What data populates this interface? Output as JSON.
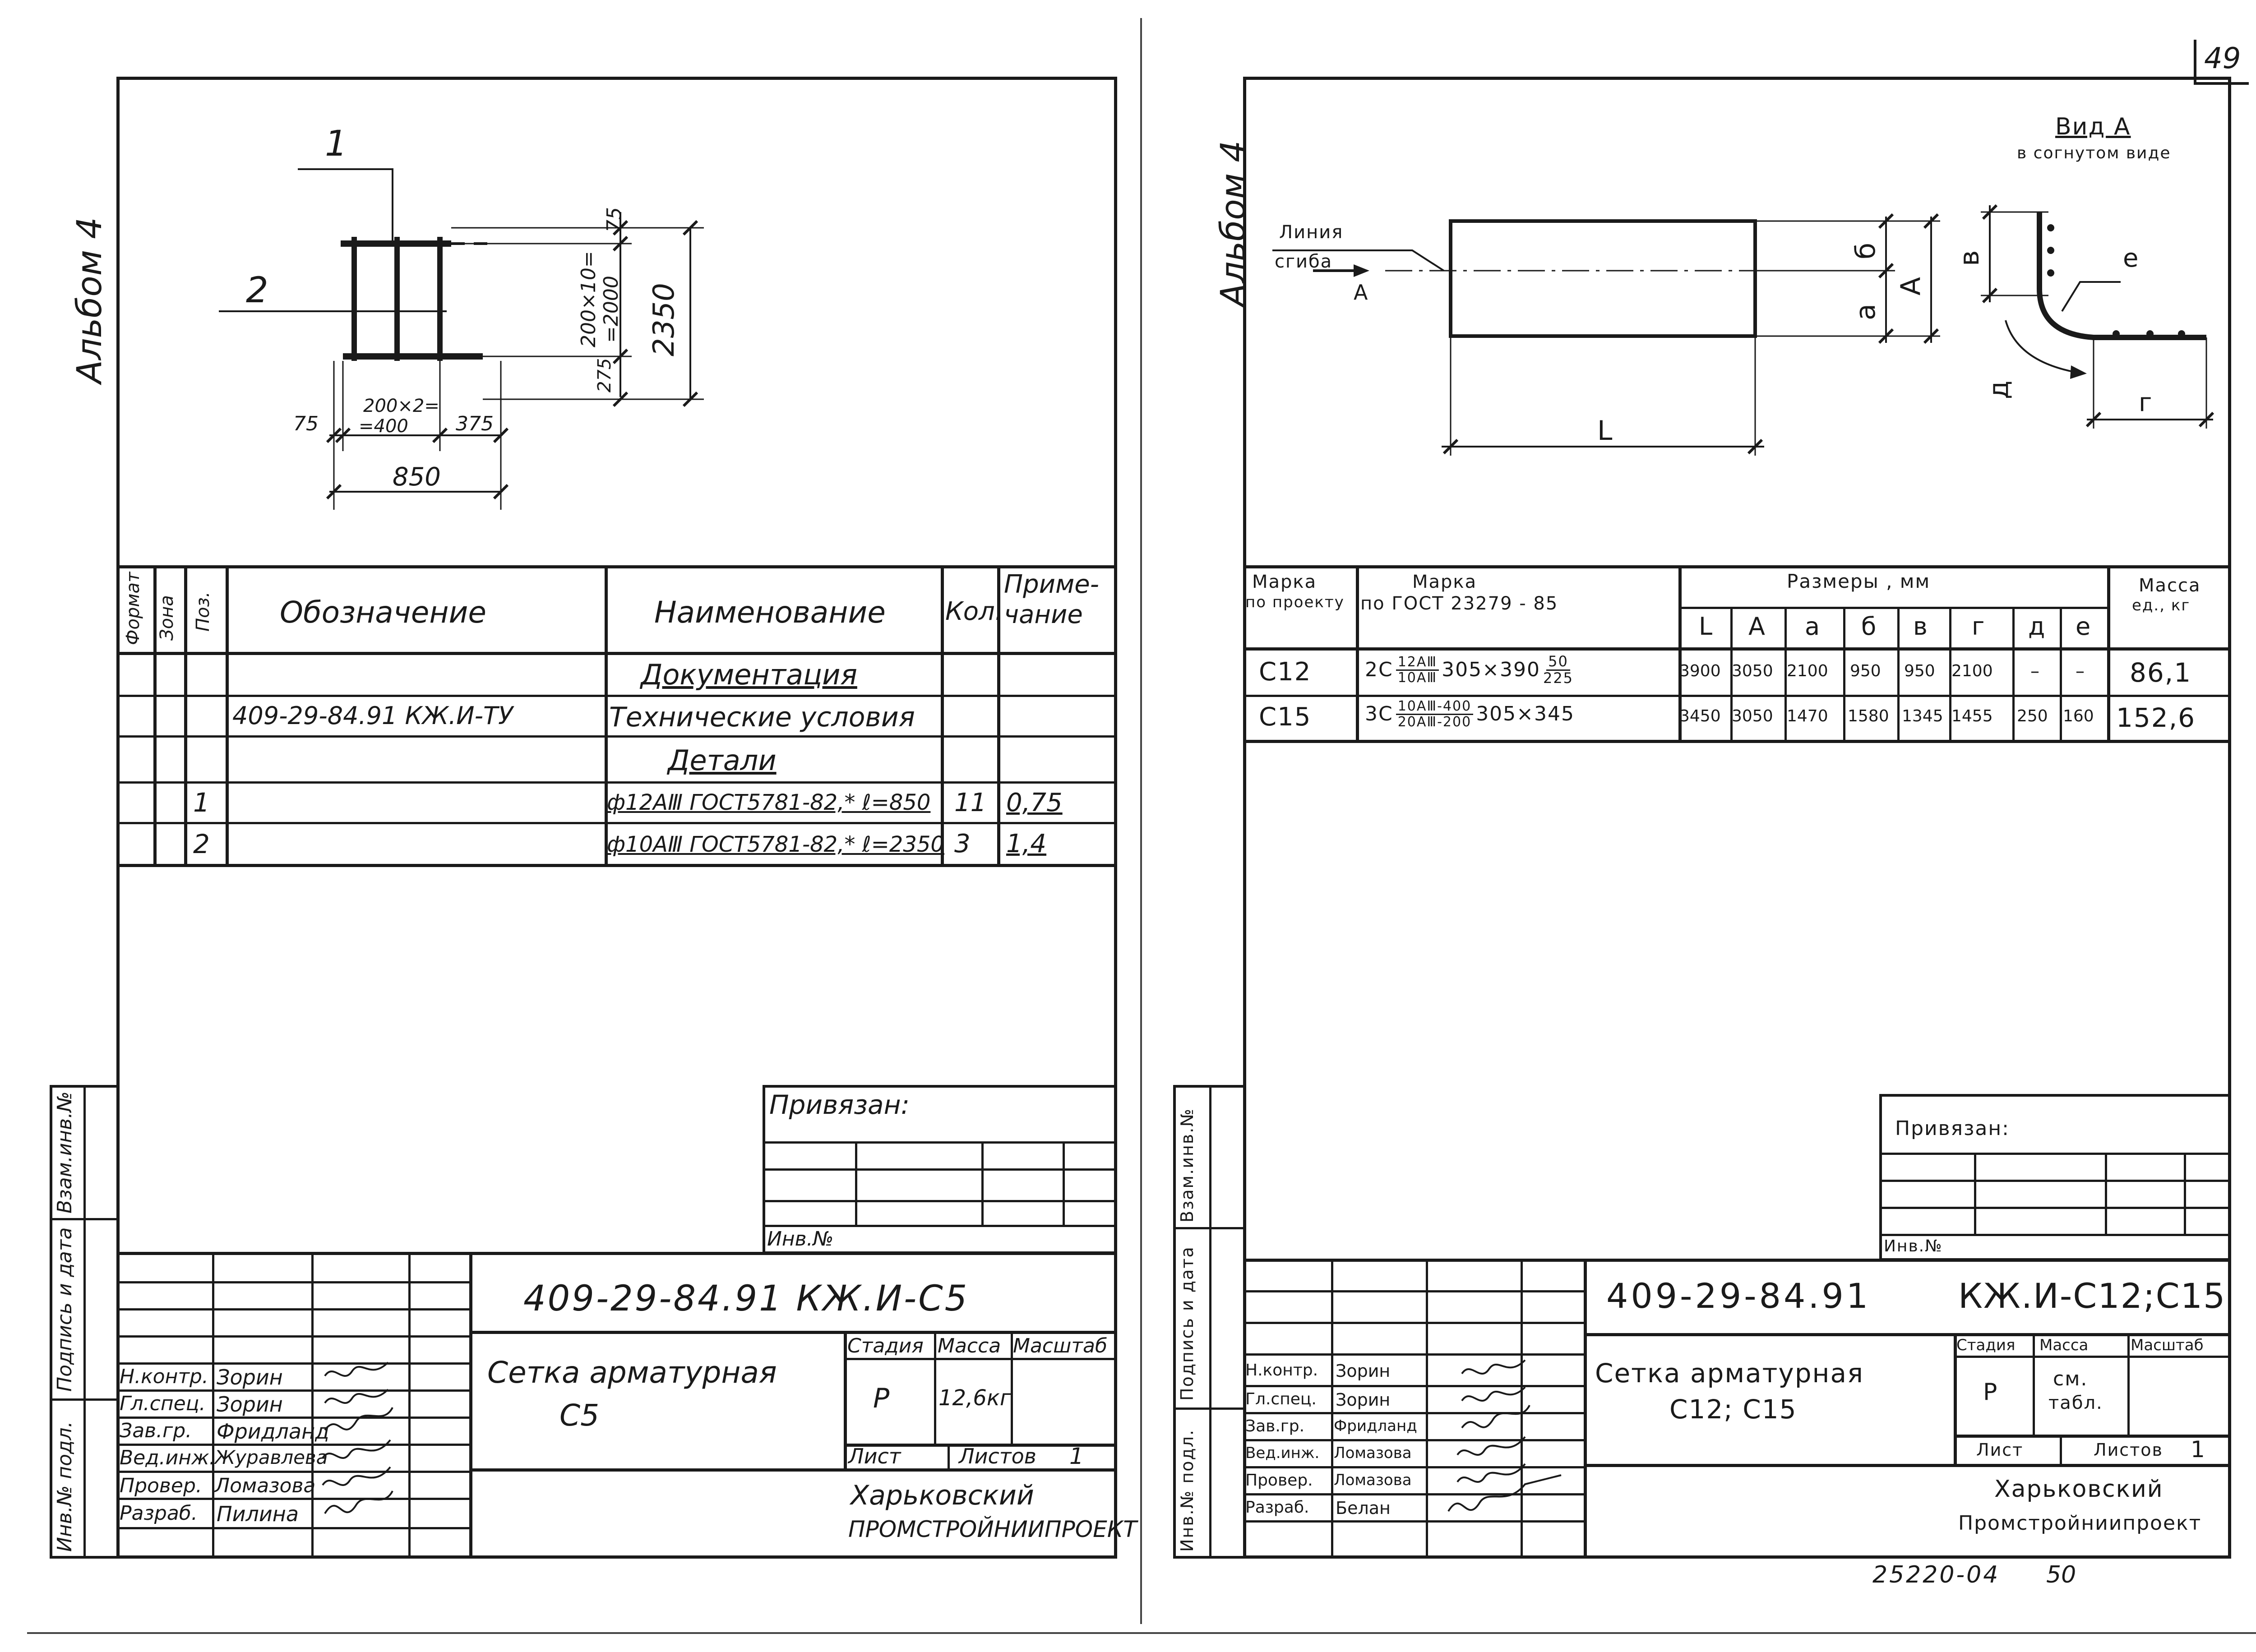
{
  "page_number": "49",
  "footer": {
    "code": "25220-04",
    "page": "50"
  },
  "left_sheet": {
    "album": "Альбом 4",
    "drawing": {
      "pos_labels": [
        "1",
        "2"
      ],
      "dims": {
        "top_step": "75",
        "vertical_pitch": "200×10=",
        "vertical_pitch2": "=2000",
        "bottom_step": "275",
        "height": "2350",
        "left_end": "75",
        "horizontal_pitch": "200×2=",
        "horizontal_pitch2": "=400",
        "right_end": "375",
        "width": "850"
      }
    },
    "spec_headers": {
      "format": "Формат",
      "zone": "Зона",
      "pos": "Поз.",
      "designation": "Обозначение",
      "name": "Наименование",
      "qty": "Кол.",
      "note1": "Приме-",
      "note2": "чание"
    },
    "spec_rows": [
      {
        "pos": "",
        "designation": "",
        "name": "Документация",
        "qty": "",
        "note": ""
      },
      {
        "pos": "",
        "designation": "409-29-84.91 КЖ.И-ТУ",
        "name": "Технические условия",
        "qty": "",
        "note": ""
      },
      {
        "pos": "",
        "designation": "",
        "name": "Детали",
        "qty": "",
        "note": ""
      },
      {
        "pos": "1",
        "designation": "",
        "name": "ф12АⅢ ГОСТ5781-82,* ℓ=850",
        "qty": "11",
        "note": "0,75"
      },
      {
        "pos": "2",
        "designation": "",
        "name": "ф10АⅢ ГОСТ5781-82,* ℓ=2350",
        "qty": "3",
        "note": "1,4"
      }
    ],
    "side_stamp": [
      "Инв.№ подл.",
      "Подпись и дата",
      "Взам.инв.№"
    ],
    "privyazan": "Привязан:",
    "inv_no": "Инв.№",
    "title_block": {
      "code": "409-29-84.91 КЖ.И-С5",
      "roles": [
        "Н.контр.",
        "Гл.спец.",
        "Зав.гр.",
        "Вед.инж.",
        "Провер.",
        "Разраб."
      ],
      "names": [
        "Зорин",
        "Зорин",
        "Фридланд",
        "Журавлева",
        "Ломазова",
        "Пилина"
      ],
      "title1": "Сетка арматурная",
      "title2": "С5",
      "stage_label": "Стадия",
      "mass_label": "Масса",
      "scale_label": "Масштаб",
      "stage": "Р",
      "mass": "12,6кг",
      "sheet_label": "Лист",
      "sheets_label": "Листов",
      "sheets": "1",
      "org1": "Харьковский",
      "org2": "ПРОМСТРОЙНИИПРОЕКТ"
    }
  },
  "right_sheet": {
    "album": "Альбом 4",
    "drawing": {
      "bend_line1": "Линия",
      "bend_line2": "сгиба",
      "arrow_label": "А",
      "view_title": "Вид А",
      "view_sub": "в согнутом виде",
      "dim_L": "L",
      "dim_A": "А",
      "dim_a": "а",
      "dim_b": "б",
      "dim_v": "в",
      "dim_g": "г",
      "dim_d": "д",
      "dim_e": "е"
    },
    "table_headers": {
      "mark_project1": "Марка",
      "mark_project2": "по проекту",
      "mark_gost1": "Марка",
      "mark_gost2": "по ГОСТ 23279 - 85",
      "sizes": "Размеры , мм",
      "mass1": "Масса",
      "mass2": "ед., кг",
      "cols": [
        "L",
        "А",
        "а",
        "б",
        "в",
        "г",
        "д",
        "е"
      ]
    },
    "table_rows": [
      {
        "mark": "С12",
        "gost_prefix": "2С",
        "num": "12АⅢ",
        "den": "10АⅢ",
        "size": "305×390",
        "snum": "50",
        "sden": "225",
        "vals": [
          "3900",
          "3050",
          "2100",
          "950",
          "950",
          "2100",
          "–",
          "–"
        ],
        "mass": "86,1"
      },
      {
        "mark": "С15",
        "gost_prefix": "3С",
        "num": "10АⅢ-400",
        "den": "20АⅢ-200",
        "size": "305×345",
        "snum": "",
        "sden": "",
        "vals": [
          "3450",
          "3050",
          "1470",
          "1580",
          "1345",
          "1455",
          "250",
          "160"
        ],
        "mass": "152,6"
      }
    ],
    "side_stamp": [
      "Инв.№ подл.",
      "Подпись и дата",
      "Взам.инв.№"
    ],
    "privyazan": "Привязан:",
    "inv_no": "Инв.№",
    "title_block": {
      "code1": "409-29-84.91",
      "code2": "КЖ.И-С12;С15",
      "roles": [
        "Н.контр.",
        "Гл.спец.",
        "Зав.гр.",
        "Вед.инж.",
        "Провер.",
        "Разраб."
      ],
      "names": [
        "Зорин",
        "Зорин",
        "Фридланд",
        "Ломазова",
        "Ломазова",
        "Белан"
      ],
      "title1": "Сетка арматурная",
      "title2": "С12; С15",
      "stage_label": "Стадия",
      "mass_label": "Масса",
      "scale_label": "Масштаб",
      "stage": "Р",
      "mass1": "см.",
      "mass2": "табл.",
      "sheet_label": "Лист",
      "sheets_label": "Листов",
      "sheets": "1",
      "org1": "Харьковский",
      "org2": "Промстройниипроект"
    }
  }
}
